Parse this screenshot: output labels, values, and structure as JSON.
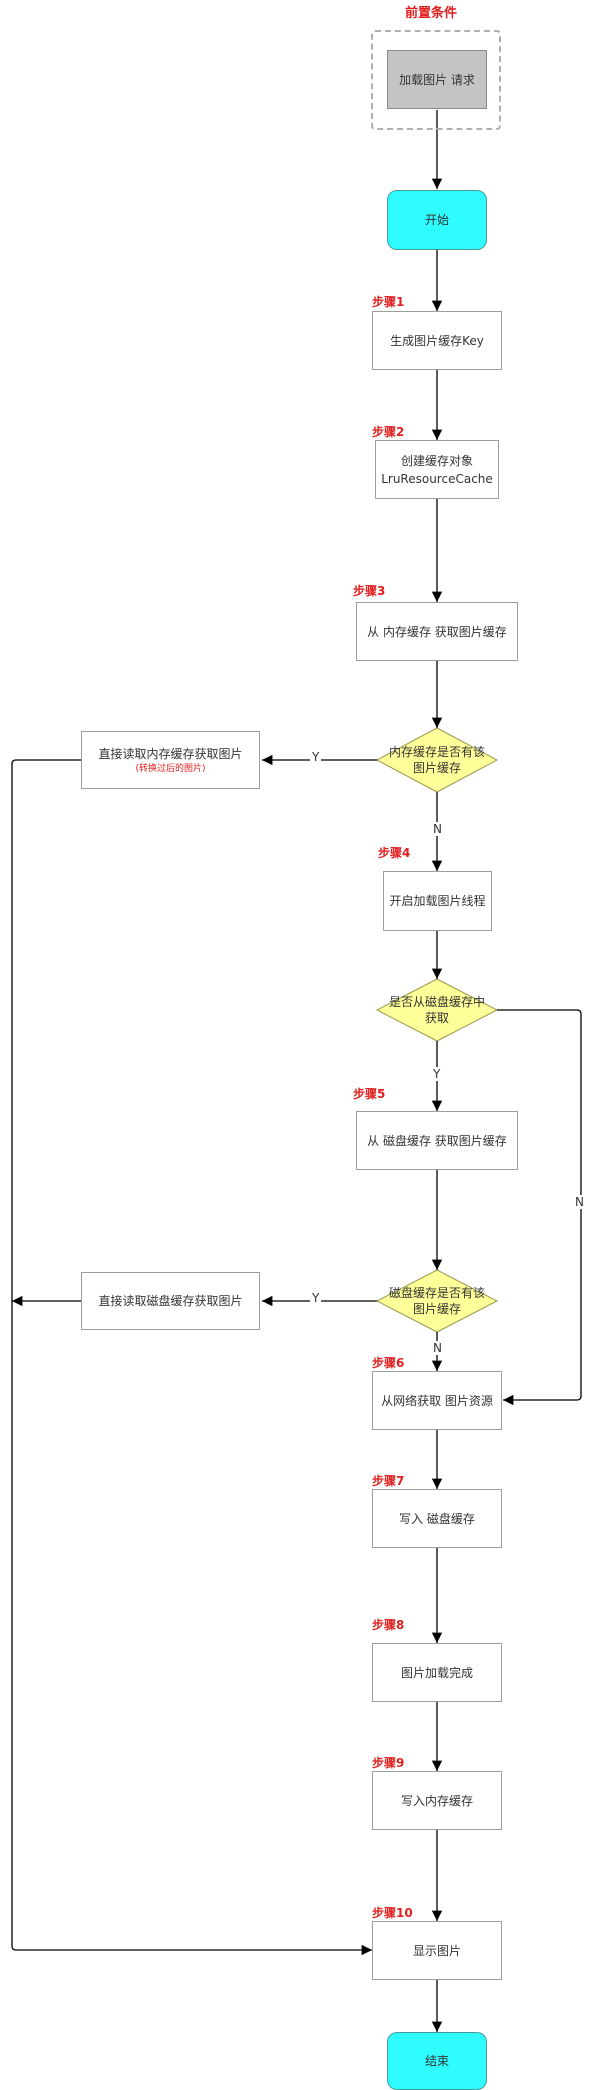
{
  "title": "前置条件",
  "nodes": {
    "precondition": "加载图片 请求",
    "start": "开始",
    "gen_key": "生成图片缓存Key",
    "create_cache_1": "创建缓存对象",
    "create_cache_2": "LruResourceCache",
    "mem_read": "从 内存缓存 获取图片缓存",
    "mem_check_1": "内存缓存是否有该",
    "mem_check_2": "图片缓存",
    "mem_direct": "直接读取内存缓存获取图片",
    "mem_direct_note": "(转换过后的图片)",
    "load_thread": "开启加载图片线程",
    "disk_decide_1": "是否从磁盘缓存中",
    "disk_decide_2": "获取",
    "disk_read": "从 磁盘缓存 获取图片缓存",
    "disk_check_1": "磁盘缓存是否有该",
    "disk_check_2": "图片缓存",
    "disk_direct": "直接读取磁盘缓存获取图片",
    "network": "从网络获取 图片资源",
    "write_disk": "写入 磁盘缓存",
    "load_done": "图片加载完成",
    "write_mem": "写入内存缓存",
    "show": "显示图片",
    "end": "结束"
  },
  "steps": [
    "步骤1",
    "步骤2",
    "步骤3",
    "步骤4",
    "步骤5",
    "步骤6",
    "步骤7",
    "步骤8",
    "步骤9",
    "步骤10"
  ],
  "edge_labels": {
    "yes": "Y",
    "no": "N"
  },
  "colors": {
    "terminal": "#2ffcfc",
    "decision": "#ffff99",
    "precondition": "#c4c4c4",
    "step_label": "#e02020"
  }
}
